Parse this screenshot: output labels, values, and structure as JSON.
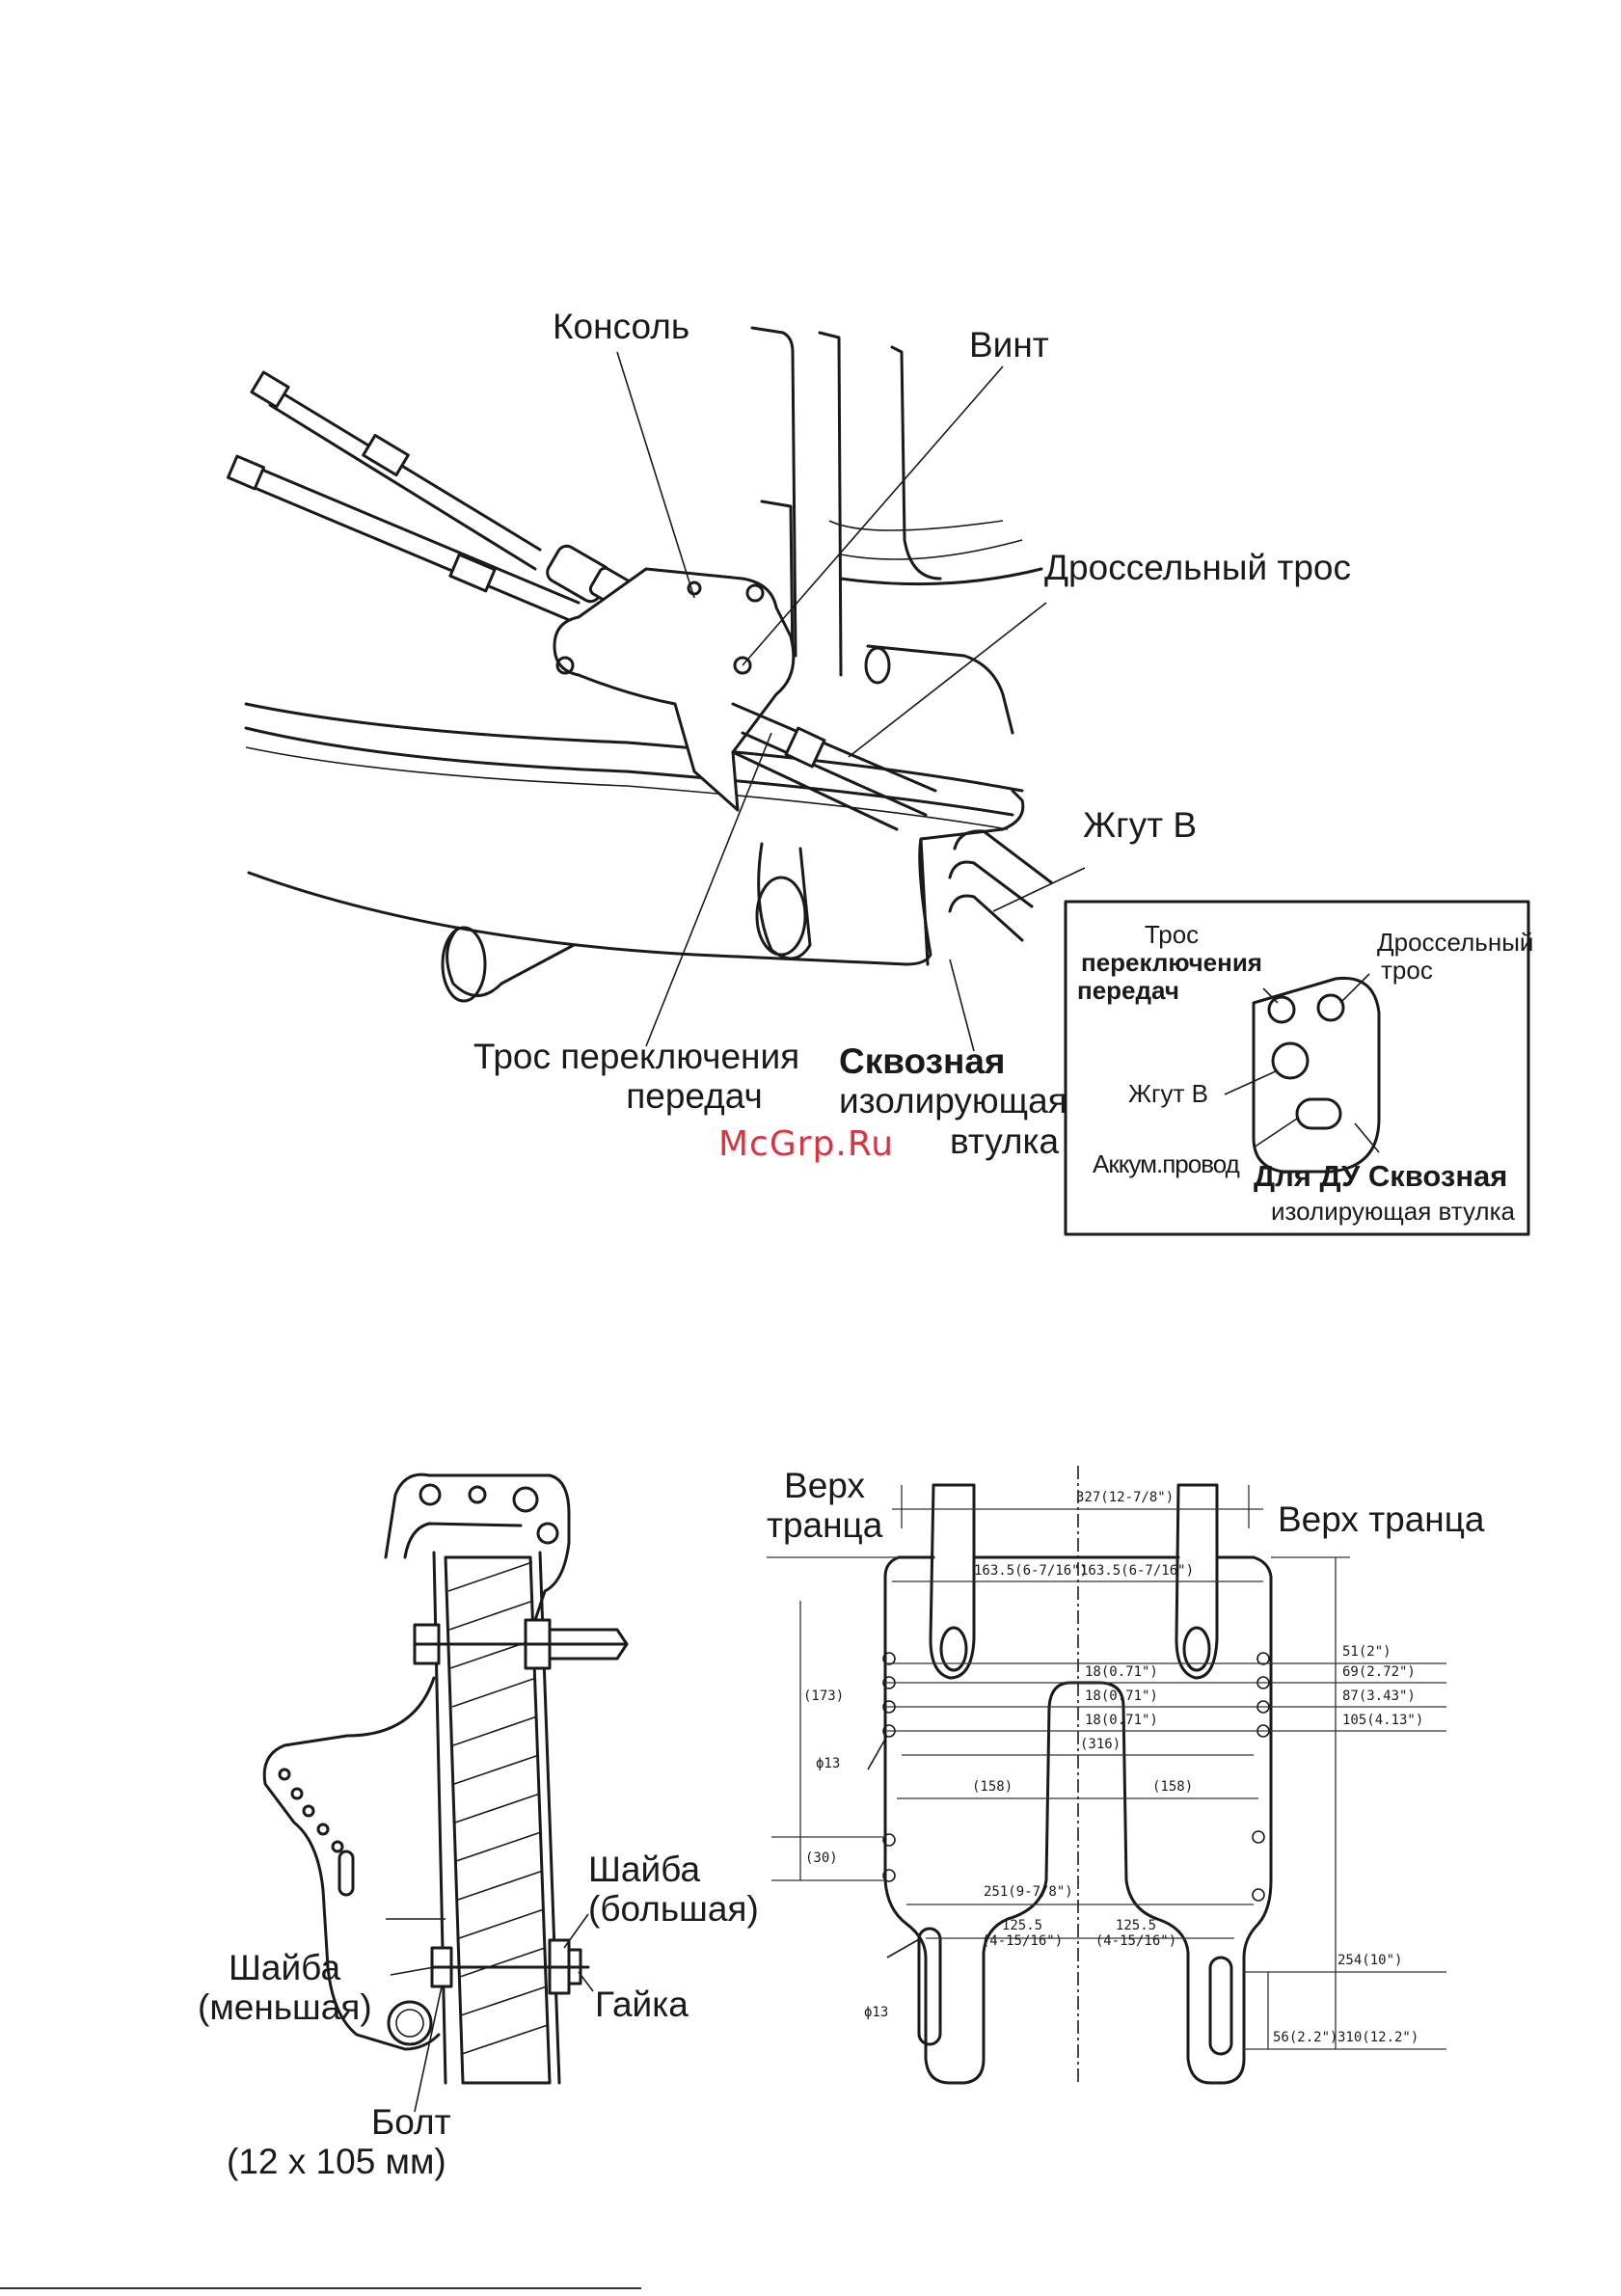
{
  "top_diagram": {
    "labels": {
      "console": "Консоль",
      "screw": "Винт",
      "throttle_cable": "Дроссельный трос",
      "harness_b": "Жгут В",
      "shift_cable_line1": "Трос переключения",
      "shift_cable_line2": "передач",
      "grommet_line1": "Сквозная",
      "grommet_line2": "изолирующая",
      "grommet_line3": "втулка"
    },
    "inset": {
      "shift_cable_line1": "Трос",
      "shift_cable_line2": "переключения",
      "shift_cable_line3": "передач",
      "throttle_line1": "Дроссельный",
      "throttle_line2": "трос",
      "harness_b": "Жгут В",
      "battery_cable": "Аккум.провод",
      "remote_grommet_line1": "Для ДУ Сквозная",
      "remote_grommet_line2": "изолирующая втулка"
    }
  },
  "watermark": "McGrp.Ru",
  "bottom_left": {
    "washer_large_line1": "Шайба",
    "washer_large_line2": "(большая)",
    "washer_small_line1": "Шайба",
    "washer_small_line2": "(меньшая)",
    "nut": "Гайка",
    "bolt_line1": "Болт",
    "bolt_line2": "(12 x 105 мм)"
  },
  "bottom_right": {
    "transom_top_left_line1": "Верх",
    "transom_top_left_line2": "транца",
    "transom_top_right": "Верх транца",
    "dims": {
      "d327": "327(12-7/8\")",
      "d163a": "163.5(6-7/16\")",
      "d163b": "163.5(6-7/16\")",
      "d51": "51(2\")",
      "d69": "69(2.72\")",
      "d87": "87(3.43\")",
      "d105": "105(4.13\")",
      "d18a": "18(0.71\")",
      "d18b": "18(0.71\")",
      "d18c": "18(0.71\")",
      "d173": "(173)",
      "d316": "(316)",
      "phi13a": "ϕ13",
      "d158a": "(158)",
      "d158b": "(158)",
      "d30": "(30)",
      "d251": "251(9-7/8\")",
      "d125a": "125.5",
      "d125a_in": "(4-15/16\")",
      "d125b": "125.5",
      "d125b_in": "(4-15/16\")",
      "phi13b": "ϕ13",
      "d254": "254(10\")",
      "d56": "56(2.2\")",
      "d310": "310(12.2\")"
    }
  }
}
